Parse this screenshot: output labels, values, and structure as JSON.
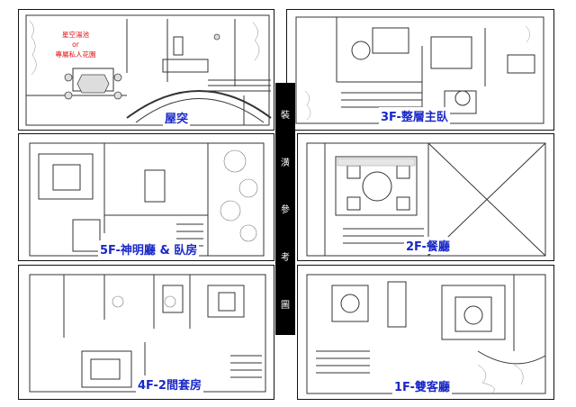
{
  "panels": {
    "roof": {
      "caption": "屋突",
      "note_line1": "星空湯池",
      "note_line2": "or",
      "note_line3": "專屬私人花園"
    },
    "floor3": {
      "caption": "3F-整層主臥"
    },
    "floor5": {
      "caption": "5F-神明廳 & 臥房"
    },
    "floor2": {
      "caption": "2F-餐廳"
    },
    "floor4": {
      "caption": "4F-2間套房"
    },
    "floor1": {
      "caption": "1F-雙客廳"
    }
  },
  "center_label": [
    "裝",
    "潢",
    "參",
    "考",
    "圖"
  ]
}
